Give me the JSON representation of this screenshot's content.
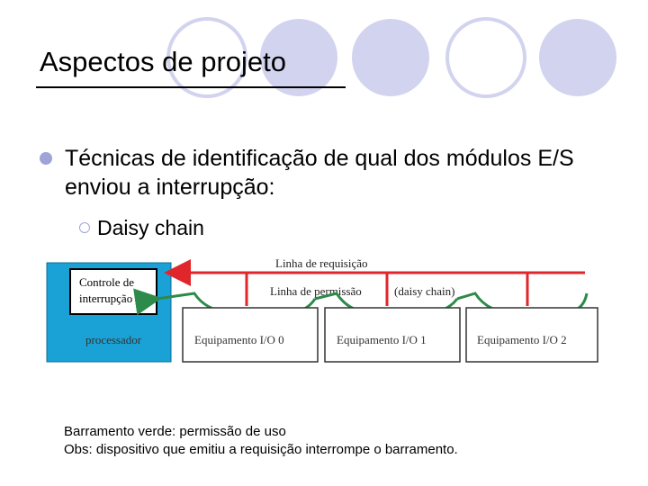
{
  "slide": {
    "title": "Aspectos de projeto",
    "bullet": "Técnicas de identificação de qual dos módulos E/S enviou a interrupção:",
    "sub_bullet": "Daisy chain"
  },
  "diagram": {
    "cpu_label": "processador",
    "controller_line1": "Controle de",
    "controller_line2": "interrupção",
    "request_line_label": "Linha de requisição",
    "permission_line_label": "Linha de permissão",
    "daisy_chain_label": "(daisy chain)",
    "devices": [
      "Equipamento I/O 0",
      "Equipamento I/O 1",
      "Equipamento I/O 2"
    ]
  },
  "notes": {
    "line1": "Barramento verde: permissão de uso",
    "line2": "Obs: dispositivo que emitiu a requisição interrompe o barramento."
  },
  "colors": {
    "cpu_fill": "#1aa2d6",
    "request_line": "#e0262a",
    "permission_line": "#2c8a4a",
    "bullet": "#9fa3d8",
    "circle_fill": "#d2d3ee"
  }
}
